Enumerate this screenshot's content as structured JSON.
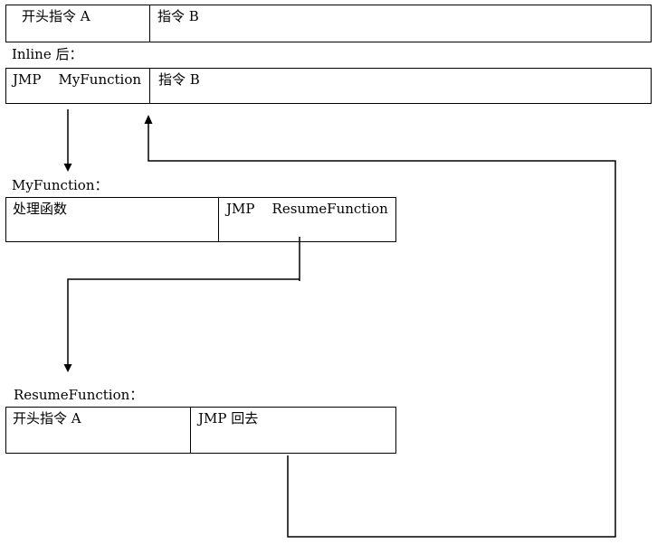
{
  "original": {
    "cell_a": "开头指令 A",
    "cell_b": "指令 B"
  },
  "inline_section": {
    "label": "Inline 后：",
    "cell_a": "JMP    MyFunction",
    "cell_b": "指令 B"
  },
  "my_function": {
    "label": "MyFunction：",
    "cell_a": "处理函数",
    "cell_b": "JMP    ResumeFunction"
  },
  "resume_function": {
    "label": "ResumeFunction：",
    "cell_a": "开头指令 A",
    "cell_b": "JMP  回去"
  }
}
